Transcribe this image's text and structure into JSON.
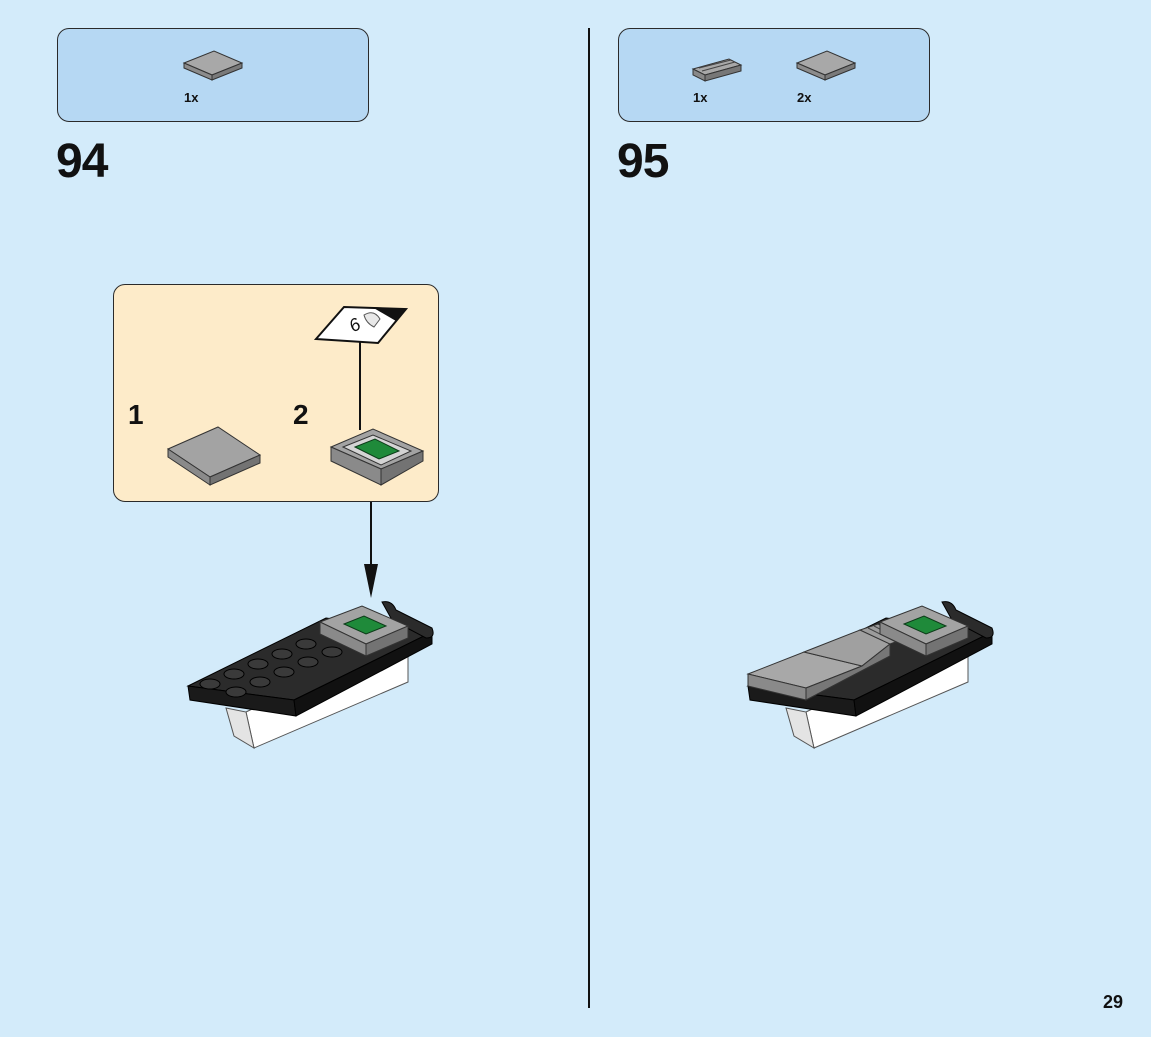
{
  "page": {
    "number": "29"
  },
  "steps": [
    {
      "number": "94",
      "parts": [
        {
          "part": "flat-tile-2x2-gray-icon",
          "qty": "1x"
        }
      ],
      "sub_assembly": {
        "sub_steps": [
          {
            "number": "1"
          },
          {
            "number": "2"
          }
        ],
        "callout_sticker": "6"
      }
    },
    {
      "number": "95",
      "parts": [
        {
          "part": "grille-tile-1x2-gray-icon",
          "qty": "1x"
        },
        {
          "part": "flat-tile-2x2-gray-icon",
          "qty": "2x"
        }
      ]
    }
  ],
  "colors": {
    "background": "#d3ebfa",
    "parts_box": "#b6d8f3",
    "sub_assembly_box": "#fdebc9",
    "tile_gray": "#a3a3a3",
    "sticker_green": "#1f8a3a"
  }
}
